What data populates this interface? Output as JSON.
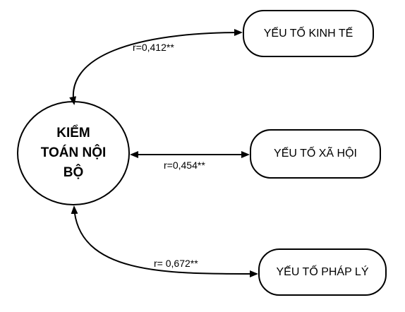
{
  "diagram": {
    "center": {
      "label": "KIỂM TOÁN NỘI BỘ"
    },
    "factors": [
      {
        "key": "economic",
        "label": "YẾU TỐ KINH TẾ",
        "correlation": "r=0,412**"
      },
      {
        "key": "social",
        "label": "YẾU TỐ XÃ HỘI",
        "correlation": "r=0,454**"
      },
      {
        "key": "legal",
        "label": "YẾU TỐ PHÁP LÝ",
        "correlation": "r= 0,672**"
      }
    ],
    "colors": {
      "stroke": "#000000",
      "text": "#000000",
      "background": "#ffffff"
    }
  }
}
